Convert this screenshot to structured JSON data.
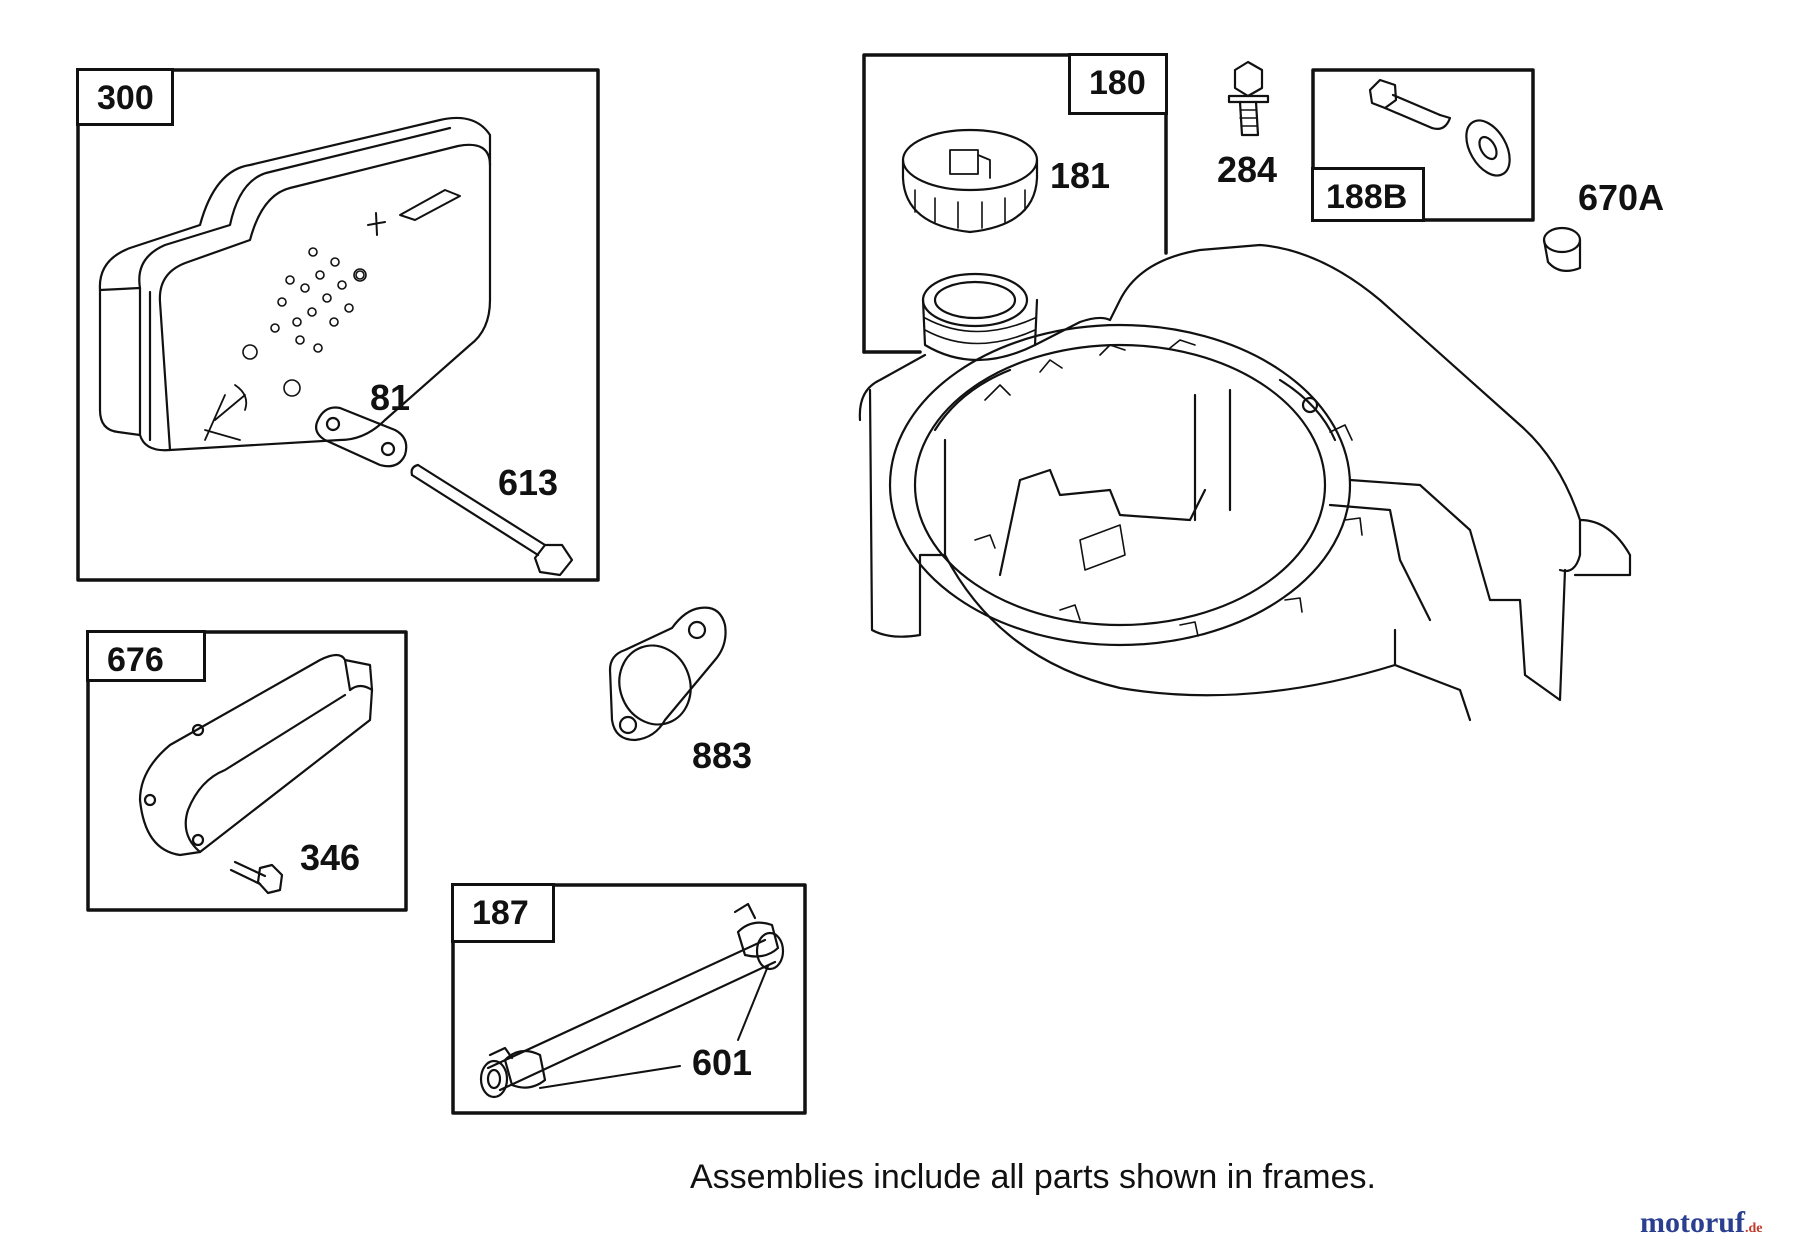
{
  "frames": [
    {
      "id": "300"
    },
    {
      "id": "180"
    },
    {
      "id": "188B"
    },
    {
      "id": "676"
    },
    {
      "id": "187"
    }
  ],
  "parts": [
    {
      "id": "81"
    },
    {
      "id": "613"
    },
    {
      "id": "181"
    },
    {
      "id": "284"
    },
    {
      "id": "670A"
    },
    {
      "id": "883"
    },
    {
      "id": "346"
    },
    {
      "id": "601"
    }
  ],
  "caption": "Assemblies include all parts shown in frames.",
  "watermark": {
    "text": "motoruf",
    "tld": ".de",
    "color_primary": "#2a3f8f",
    "color_accent": "#c0392b"
  },
  "colors": {
    "ink": "#111111",
    "paper": "#ffffff"
  }
}
